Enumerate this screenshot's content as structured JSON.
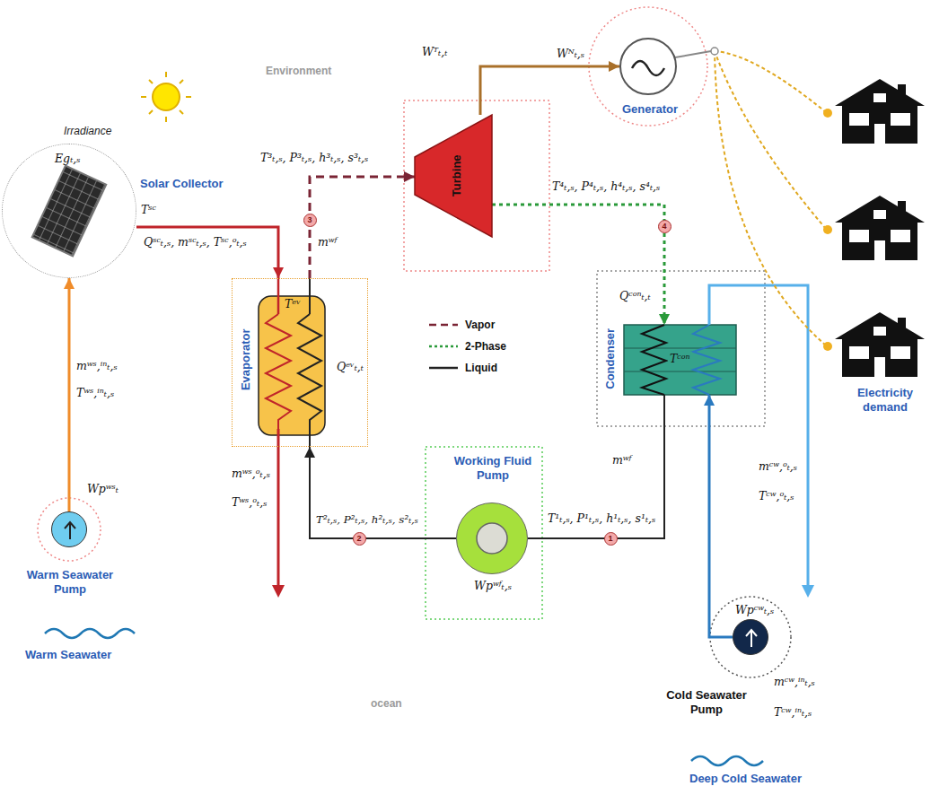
{
  "diagram": {
    "nodes": [
      {
        "text": [
          "Solar Collector",
          "Irradiance",
          "Egₜ,ₛ",
          "Tˢᶜ"
        ]
      },
      {
        "text": [
          "Evaporator",
          "Tᵉᵛ",
          "Qᵉᵛₜ,ₜ"
        ]
      },
      {
        "text": [
          "Turbine"
        ]
      },
      {
        "text": [
          "Generator"
        ]
      },
      {
        "text": [
          "Condenser",
          "Qᶜᵒⁿₜ,ₜ",
          "Tᶜᵒⁿ"
        ]
      },
      {
        "text": [
          "Working Fluid Pump",
          "Wpʷᶠₜ,ₛ"
        ]
      },
      {
        "text": [
          "Wpʷˢₜ",
          "Warm Seawater Pump"
        ]
      },
      {
        "text": [
          "Wpᶜʷₜ,ₛ",
          "Cold Seawater Pump"
        ]
      }
    ],
    "edges": [
      {
        "from": 6,
        "to": 0,
        "arrow": "to"
      },
      {
        "from": 0,
        "to": 1,
        "arrow": "to"
      },
      {
        "from": 1,
        "to": 2,
        "arrow": "to"
      },
      {
        "from": 2,
        "to": 3,
        "arrow": "to"
      },
      {
        "from": 2,
        "to": 4,
        "arrow": "to"
      },
      {
        "from": 4,
        "to": 5,
        "arrow": "none"
      },
      {
        "from": 5,
        "to": 1,
        "arrow": "to"
      },
      {
        "from": 7,
        "to": 4,
        "arrow": "to"
      }
    ],
    "labels": [
      "Environment",
      "ocean",
      "Wᵀₜ,ₜ",
      "Wᴺₜ,ₛ",
      "T³ₜ,ₛ, P³ₜ,ₛ, h³ₜ,ₛ, s³ₜ,ₛ",
      "mʷᶠ",
      "T⁴ₜ,ₛ, P⁴ₜ,ₛ, h⁴ₜ,ₛ, s⁴ₜ,ₛ",
      "Qˢᶜₜ,ₛ, mˢᶜₜ,ₛ, Tˢᶜ,ᵒₜ,ₛ",
      "mʷˢ,ⁱⁿₜ,ₛ",
      "Tʷˢ,ⁱⁿₜ,ₛ",
      "mʷˢ,ᵒₜ,ₛ",
      "Tʷˢ,ᵒₜ,ₛ",
      "T²ₜ,ₛ, P²ₜ,ₛ, h²ₜ,ₛ, s²ₜ,ₛ",
      "T¹ₜ,ₛ, P¹ₜ,ₛ, h¹ₜ,ₛ, s¹ₜ,ₛ",
      "mʷᶠ",
      "mᶜʷ,ᵒₜ,ₛ",
      "Tᶜʷ,ᵒₜ,ₛ",
      "mᶜʷ,ⁱⁿₜ,ₛ",
      "Tᶜʷ,ⁱⁿₜ,ₛ",
      "Warm Seawater",
      "Deep Cold Seawater",
      "Electricity demand",
      "1",
      "2",
      "3",
      "4"
    ],
    "legend": [
      {
        "text": "Vapor"
      },
      {
        "text": "2-Phase"
      },
      {
        "text": "Liquid"
      }
    ]
  }
}
